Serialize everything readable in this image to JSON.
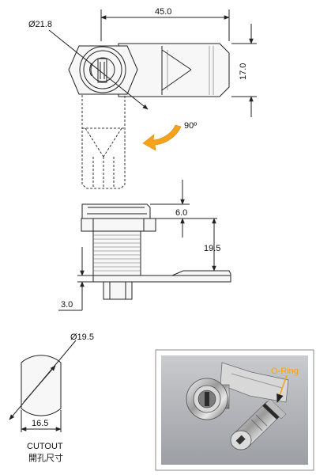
{
  "dimensions": {
    "top_diameter": "Ø21.8",
    "top_width": "45.0",
    "top_height": "17.0",
    "rotation": "90º",
    "side_offset": "6.0",
    "side_cam_height": "19.5",
    "side_cam_thickness": "3.0",
    "cutout_diameter": "Ø19.5",
    "cutout_flat": "16.5"
  },
  "cutout": {
    "label_en": "CUTOUT",
    "label_zh": "開孔尺寸"
  },
  "photo": {
    "callout": "O-Ring"
  },
  "colors": {
    "rotation_arrow": "#f5a31a",
    "callout": "#f5a31a"
  }
}
